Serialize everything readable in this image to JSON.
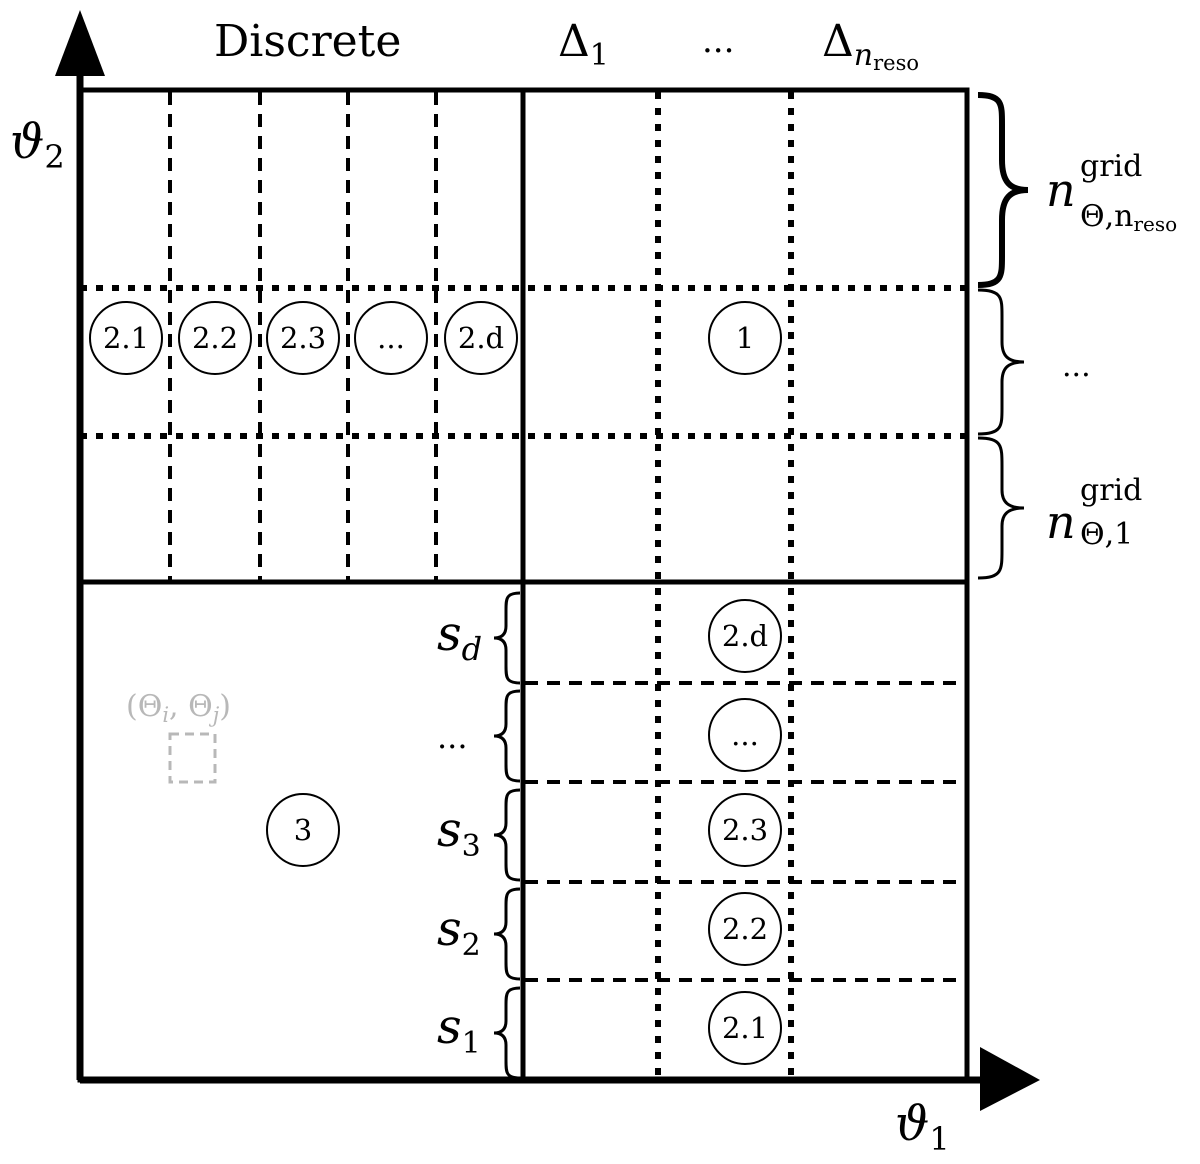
{
  "axes": {
    "x_label": "ϑ",
    "x_sub": "1",
    "y_label": "ϑ",
    "y_sub": "2"
  },
  "top_labels": {
    "discrete": "Discrete",
    "delta_first": "Δ",
    "delta_first_sub": "1",
    "ellipsis": "...",
    "delta_last": "Δ",
    "delta_last_sub_n": "n",
    "delta_last_sub_reso": "reso"
  },
  "right_labels": {
    "top": {
      "n": "n",
      "sup": "grid",
      "sub": "Θ,n",
      "subsub": "reso"
    },
    "middle": "...",
    "bottom": {
      "n": "n",
      "sup": "grid",
      "sub": "Θ,1"
    }
  },
  "row_labels": [
    {
      "s": "s",
      "sub": "d"
    },
    {
      "s": "...",
      "sub": ""
    },
    {
      "s": "s",
      "sub": "3"
    },
    {
      "s": "s",
      "sub": "2"
    },
    {
      "s": "s",
      "sub": "1"
    }
  ],
  "circles_top": [
    "2.1",
    "2.2",
    "2.3",
    "...",
    "2.d"
  ],
  "circle_one": "1",
  "circles_right": [
    "2.d",
    "...",
    "2.3",
    "2.2",
    "2.1"
  ],
  "circle_three": "3",
  "pair_label": "(Θi, Θj)",
  "pair_parts": {
    "open": "(Θ",
    "i": "i",
    "comma": ", Θ",
    "j": "j",
    "close": ")"
  }
}
